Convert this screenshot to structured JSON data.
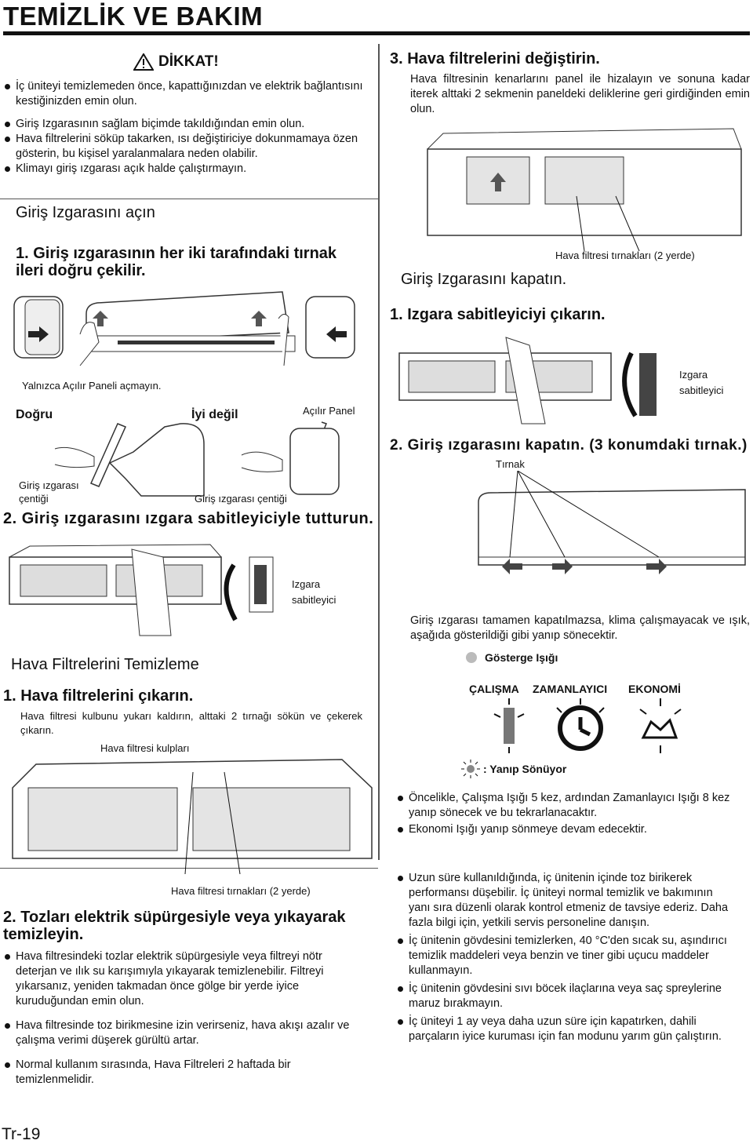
{
  "title": "TEMİZLİK VE BAKIM",
  "caution": {
    "title": "DİKKAT!",
    "items": [
      "İç üniteyi temizlemeden önce, kapattığınızdan ve elektrik bağlantısını kestiğinizden emin olun.",
      "Giriş Izgarasının sağlam biçimde takıldığından emin olun.",
      "Hava filtrelerini söküp takarken, ısı değiştiriciye dokunmamaya özen gösterin, bu kişisel yaralanmalara neden olabilir.",
      "Klimayı giriş ızgarası açık halde çalıştırmayın."
    ]
  },
  "open_section": {
    "heading": "Giriş Izgarasını açın",
    "step1": "1. Giriş ızgarasının her iki tarafındaki tırnak ileri doğru çekilir.",
    "only_open": "Yalnızca Açılır Paneli açmayın.",
    "correct": "Doğru",
    "not_good": "İyi değil",
    "flap_panel": "Açılır Panel",
    "notch_left": "Giriş ızgarası çentiği",
    "notch_right": "Giriş ızgarası çentiği",
    "step2": "2. Giriş ızgarasını ızgara sabitleyiciyle tutturun.",
    "fixer_label": "Izgara sabitleyici"
  },
  "clean_section": {
    "heading": "Hava Filtrelerini Temizleme",
    "step1": "1. Hava filtrelerini çıkarın.",
    "step1_text": "Hava filtresi kulbunu yukarı kaldırın, alttaki 2 tırnağı sökün ve çekerek çıkarın.",
    "handles_label": "Hava filtresi kulpları",
    "tabs_label": "Hava filtresi tırnakları (2 yerde)",
    "step2": "2. Tozları elektrik süpürgesiyle veya yıkayarak temizleyin.",
    "items": [
      "Hava filtresindeki tozlar elektrik süpürgesiyle veya filtreyi nötr deterjan ve ılık su karışımıyla yıkayarak temizlenebilir. Filtreyi yıkarsanız, yeniden takmadan önce gölge bir yerde iyice kuruduğundan emin olun.",
      "Hava filtresinde toz birikmesine izin verirseniz, hava akışı azalır ve çalışma verimi düşerek gürültü artar.",
      "Normal kullanım sırasında, Hava Filtreleri 2 haftada bir temizlenmelidir."
    ]
  },
  "replace_section": {
    "step3": "3. Hava filtrelerini değiştirin.",
    "step3_text": "Hava filtresinin kenarlarını panel ile hizalayın ve sonuna kadar iterek alttaki 2 sekmenin paneldeki deliklerine geri girdiğinden emin olun.",
    "tabs_label": "Hava filtresi tırnakları (2 yerde)"
  },
  "close_section": {
    "heading": "Giriş Izgarasını kapatın.",
    "step1": "1. Izgara sabitleyiciyi çıkarın.",
    "fixer_label": "Izgara sabitleyici",
    "step2": "2. Giriş ızgarasını kapatın. (3 konumdaki tırnak.)",
    "tab_label": "Tırnak",
    "note": "Giriş ızgarası tamamen kapatılmazsa, klima çalışmayacak ve ışık, aşağıda gösterildiği gibi yanıp sönecektir.",
    "indicator_title": "Gösterge Işığı",
    "lamps": [
      "ÇALIŞMA",
      "ZAMANLAYICI",
      "EKONOMİ"
    ],
    "blink_label": ": Yanıp Sönüyor",
    "items": [
      "Öncelikle, Çalışma Işığı 5 kez, ardından Zamanlayıcı Işığı 8 kez yanıp sönecek ve bu tekrarlanacaktır.",
      "Ekonomi Işığı yanıp sönmeye devam edecektir."
    ]
  },
  "notes": [
    "Uzun süre kullanıldığında, iç ünitenin içinde toz birikerek performansı düşebilir. İç üniteyi normal temizlik ve bakımının yanı sıra düzenli olarak kontrol etmeniz de tavsiye ederiz. Daha fazla bilgi için, yetkili servis personeline danışın.",
    "İç ünitenin gövdesini temizlerken, 40 °C'den sıcak su, aşındırıcı temizlik maddeleri veya benzin ve tiner gibi uçucu maddeler kullanmayın.",
    "İç ünitenin gövdesini sıvı böcek ilaçlarına veya saç spreylerine maruz bırakmayın.",
    "İç üniteyi 1 ay veya daha uzun süre için kapatırken, dahili parçaların iyice kuruması için fan modunu yarım gün çalıştırın."
  ],
  "page_number": "Tr-19"
}
